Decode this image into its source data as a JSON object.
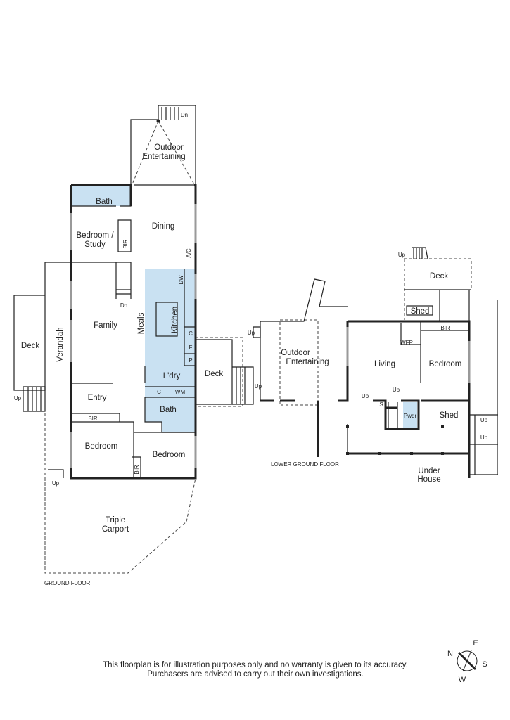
{
  "colors": {
    "wet_area": "#c9e1f2",
    "wall": "#222222"
  },
  "ground_floor": {
    "caption": "GROUND FLOOR",
    "rooms": {
      "outdoor_entertaining_1": "Outdoor",
      "outdoor_entertaining_2": "Entertaining",
      "bath_upper": "Bath",
      "bedroom_study_1": "Bedroom /",
      "bedroom_study_2": "Study",
      "bir_study": "BIR",
      "dining": "Dining",
      "ac": "A/C",
      "dw": "DW",
      "family": "Family",
      "meals": "Meals",
      "kitchen": "Kitchen",
      "c_kitchen": "C",
      "f": "F",
      "p": "P",
      "laundry": "L'dry",
      "c_laundry": "C",
      "wm": "WM",
      "bath_lower": "Bath",
      "verandah": "Verandah",
      "deck_left": "Deck",
      "deck_right": "Deck",
      "entry": "Entry",
      "bir_bed1": "BIR",
      "bedroom_1": "Bedroom",
      "bir_bed2": "BIR",
      "bedroom_2": "Bedroom",
      "carport_1": "Triple",
      "carport_2": "Carport"
    },
    "stairs": {
      "dn_top": "Dn",
      "dn_inner": "Dn",
      "up_left": "Up",
      "up_bottom": "Up",
      "up_deck": "Up"
    }
  },
  "lower_ground_floor": {
    "caption": "LOWER GROUND FLOOR",
    "rooms": {
      "outdoor_entertaining_1": "Outdoor",
      "outdoor_entertaining_2": "Entertaining",
      "deck": "Deck",
      "shed_upper": "Shed",
      "bir": "BIR",
      "wfp": "WFP",
      "living": "Living",
      "bedroom": "Bedroom",
      "s": "S",
      "pwdr": "Pwdr",
      "shed_lower": "Shed",
      "under_house_1": "Under",
      "under_house_2": "House"
    },
    "stairs": {
      "up_outdoor": "Up",
      "up_deck": "Up",
      "up_entry": "Up",
      "up_stair": "Up",
      "up_right_1": "Up",
      "up_right_2": "Up"
    }
  },
  "disclaimer": {
    "line1": "This floorplan is for illustration purposes only and no warranty is given to its accuracy.",
    "line2": "Purchasers are advised to carry out their own investigations."
  },
  "compass": {
    "n": "N",
    "e": "E",
    "s": "S",
    "w": "W"
  }
}
